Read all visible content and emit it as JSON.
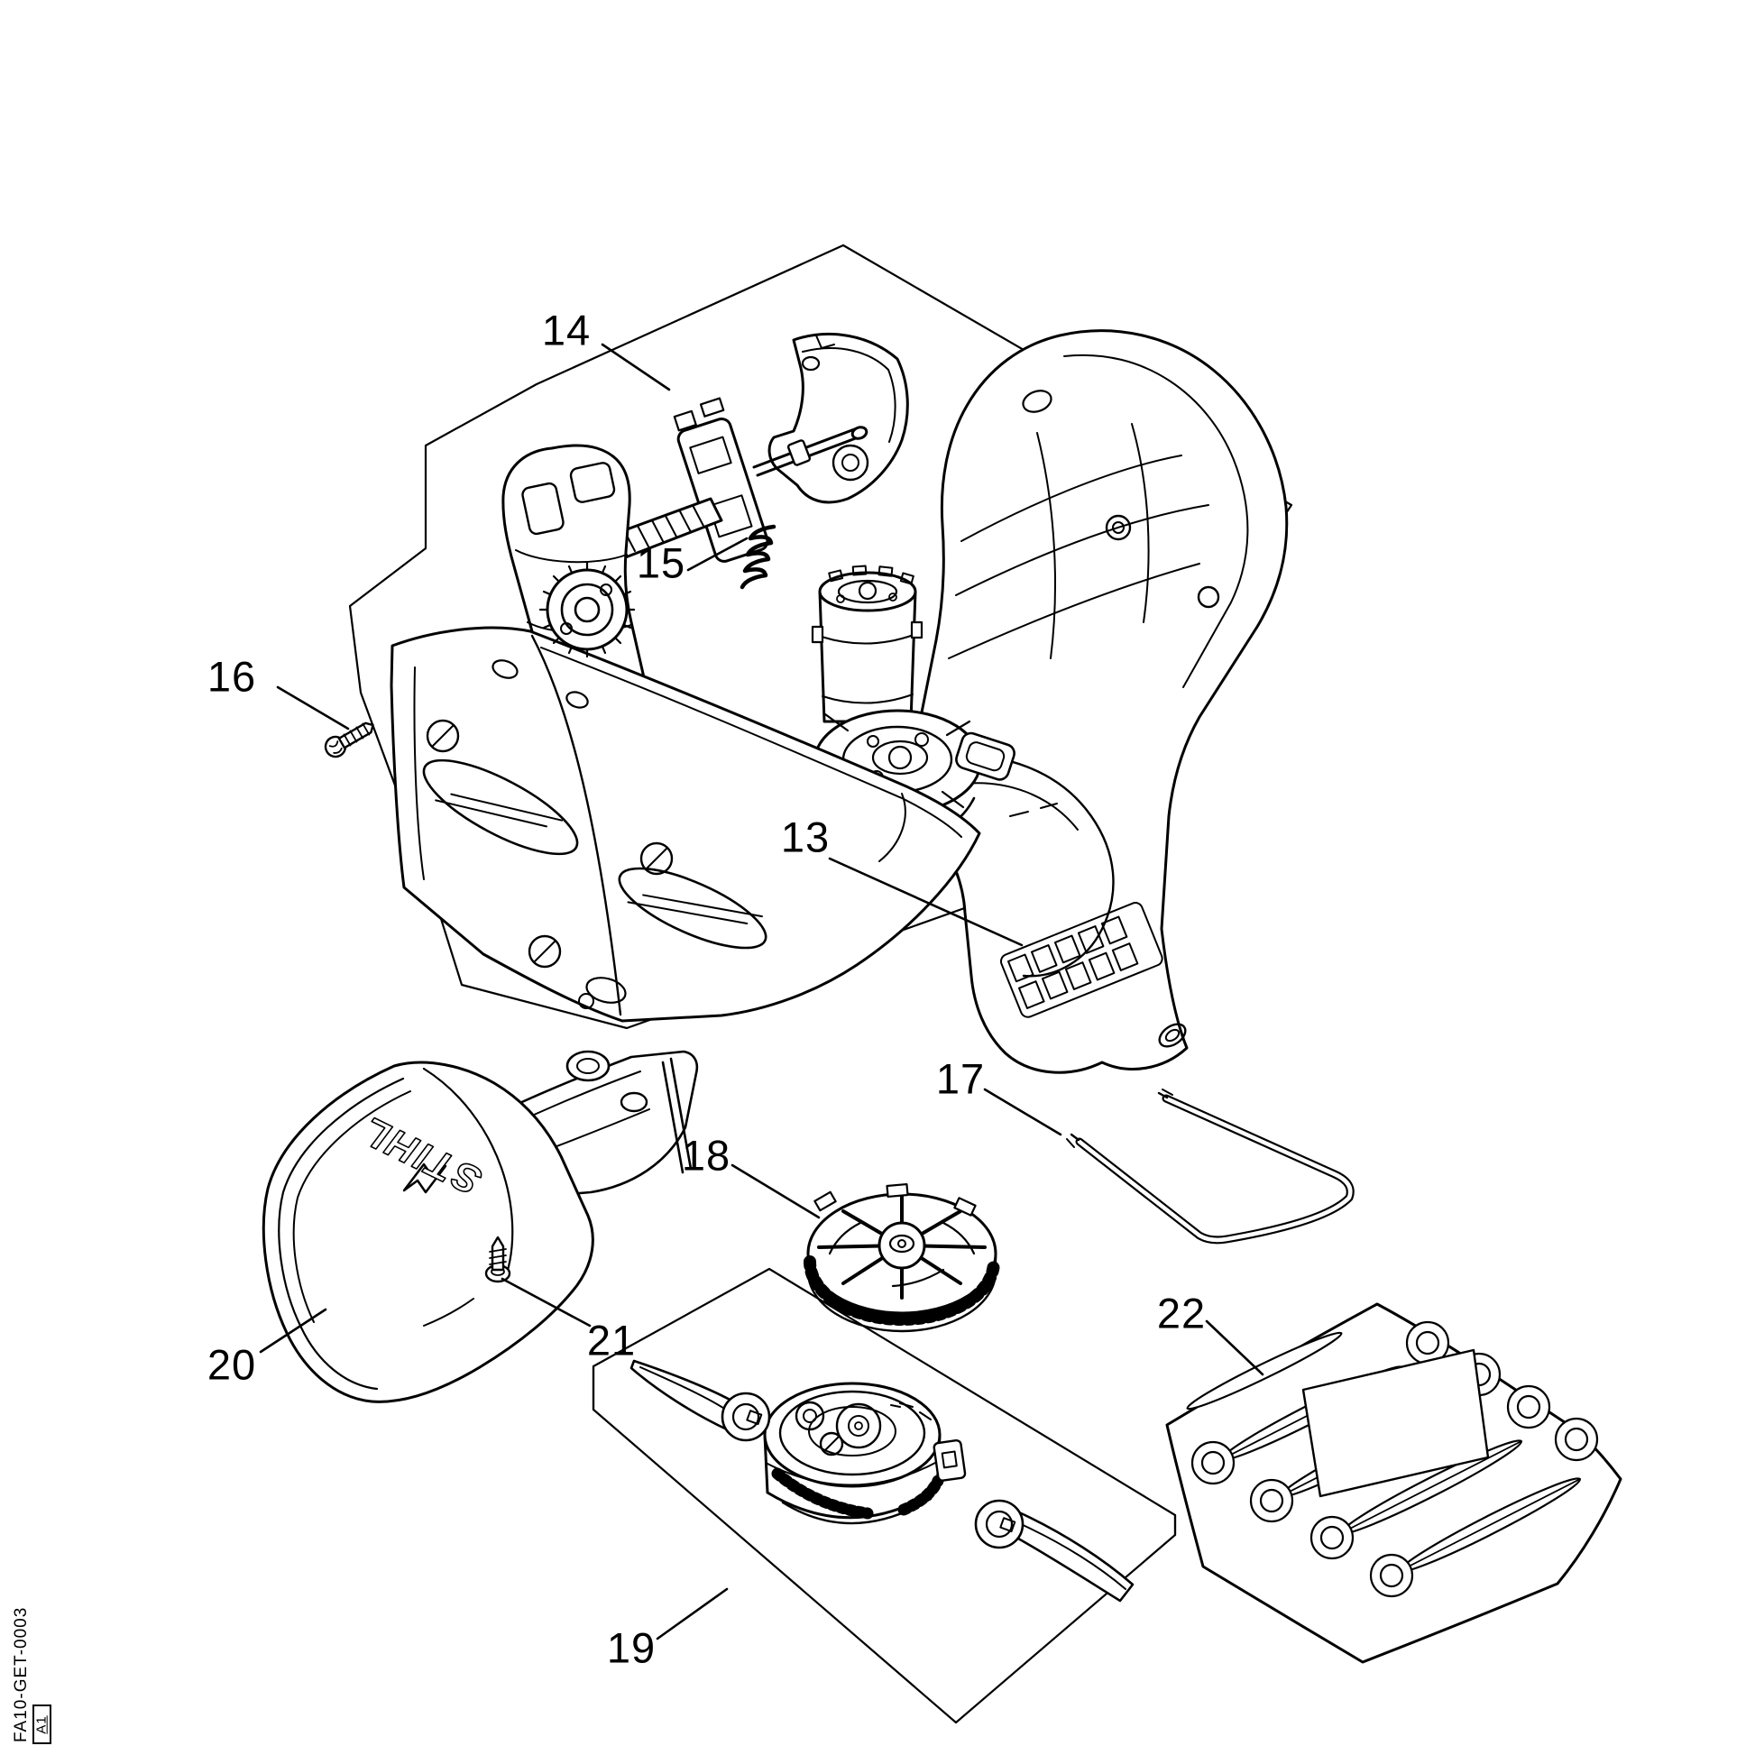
{
  "page": {
    "background": "#ffffff",
    "ink": "#000000"
  },
  "diagram": {
    "doc_code": "FA10-GET-0003",
    "sheet_code": "A1",
    "brand_text": "STIHL",
    "callouts": [
      {
        "part": "gearbox-with-motor",
        "label": "13"
      },
      {
        "part": "handle-housing-assembly",
        "label": "14"
      },
      {
        "part": "compression-spring",
        "label": "15"
      },
      {
        "part": "housing-screw",
        "label": "16"
      },
      {
        "part": "wire-bail",
        "label": "17"
      },
      {
        "part": "fan-wheel",
        "label": "18"
      },
      {
        "part": "mowing-head-kit-box",
        "label": "19"
      },
      {
        "part": "deflector-guard",
        "label": "20"
      },
      {
        "part": "guard-screw",
        "label": "21"
      },
      {
        "part": "spare-blade-pack",
        "label": "22"
      }
    ]
  }
}
